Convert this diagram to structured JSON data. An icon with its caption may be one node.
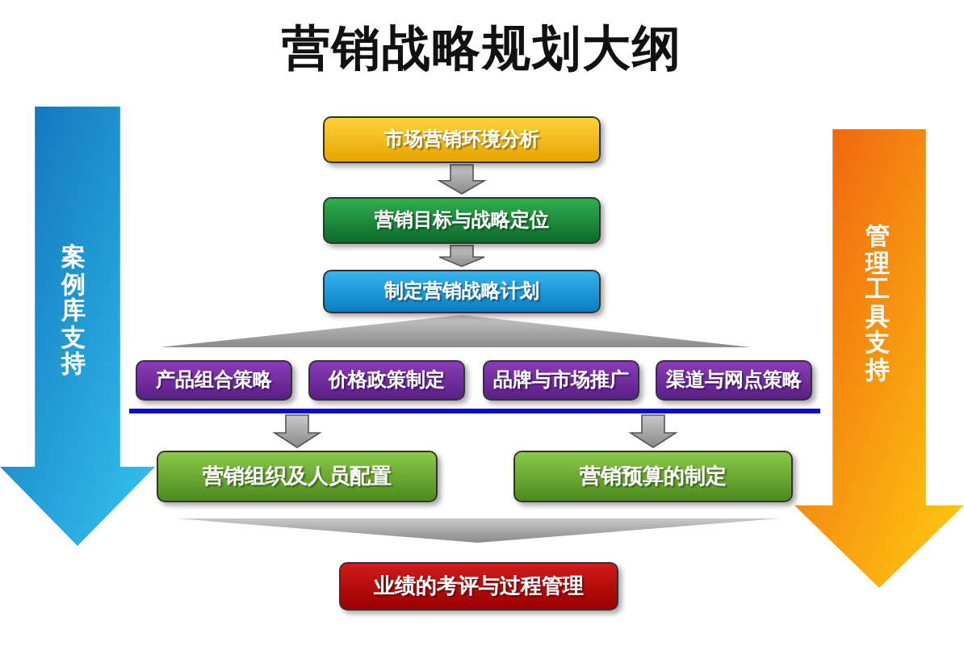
{
  "diagram": {
    "title": "营销战略规划大纲",
    "nodes": [
      {
        "text": [
          "案例库支持"
        ]
      },
      {
        "text": [
          "市场营销环境分析"
        ]
      },
      {
        "text": [
          "营销目标与战略定位"
        ]
      },
      {
        "text": [
          "制定营销战略计划"
        ]
      },
      {
        "text": [
          "产品组合策略"
        ]
      },
      {
        "text": [
          "价格政策制定"
        ]
      },
      {
        "text": [
          "品牌与市场推广"
        ]
      },
      {
        "text": [
          "渠道与网点策略"
        ]
      },
      {
        "text": [],
        "shape": "bar"
      },
      {
        "text": [
          "营销组织及人员配置"
        ]
      },
      {
        "text": [
          "营销预算的制定"
        ]
      },
      {
        "text": [
          "业绩的考评与过程管理"
        ]
      },
      {
        "text": [
          "管理工具支持"
        ]
      }
    ],
    "edges": [
      {
        "from": 1,
        "to": 2,
        "arrow": "to"
      },
      {
        "from": 2,
        "to": 3,
        "arrow": "to"
      },
      {
        "from": 3,
        "to": 4,
        "arrow": "none"
      },
      {
        "from": 3,
        "to": 5,
        "arrow": "none"
      },
      {
        "from": 3,
        "to": 6,
        "arrow": "none"
      },
      {
        "from": 3,
        "to": 7,
        "arrow": "none"
      },
      {
        "from": 8,
        "to": 9,
        "arrow": "to"
      },
      {
        "from": 8,
        "to": 10,
        "arrow": "to"
      },
      {
        "from": 9,
        "to": 11,
        "arrow": "none"
      },
      {
        "from": 10,
        "to": 11,
        "arrow": "none"
      }
    ]
  }
}
